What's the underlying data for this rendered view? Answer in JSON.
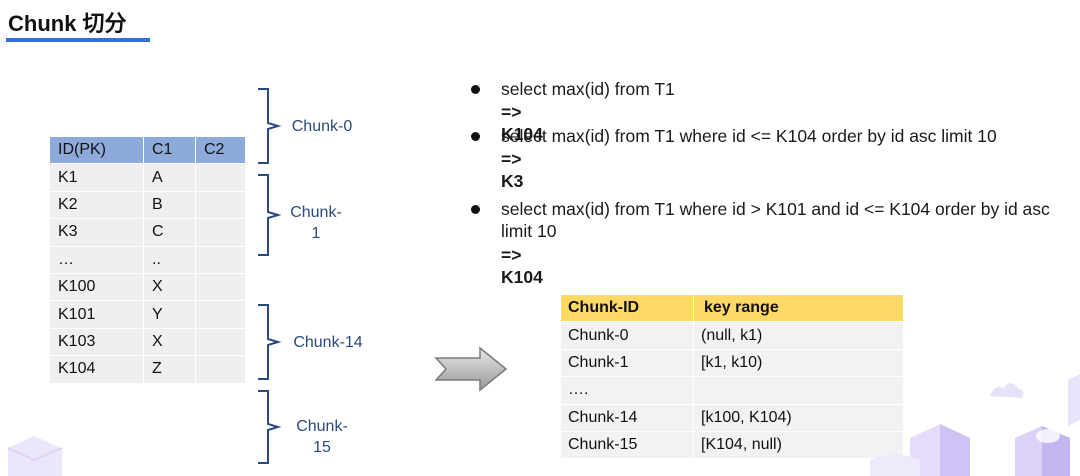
{
  "title": "Chunk 切分",
  "source_table": {
    "headers": [
      "ID(PK)",
      "C1",
      "C2"
    ],
    "rows": [
      [
        "K1",
        "A",
        ""
      ],
      [
        "K2",
        "B",
        ""
      ],
      [
        "K3",
        "C",
        ""
      ],
      [
        "…",
        "..",
        ""
      ],
      [
        "K100",
        "X",
        ""
      ],
      [
        "K101",
        "Y",
        ""
      ],
      [
        "K103",
        "X",
        ""
      ],
      [
        "K104",
        "Z",
        ""
      ]
    ]
  },
  "chunk_labels": {
    "chunk0": "Chunk-0",
    "chunk1_line1": "Chunk-",
    "chunk1_line2": "1",
    "chunk14": "Chunk-14",
    "chunk15_line1": "Chunk-",
    "chunk15_line2": "15"
  },
  "queries": [
    {
      "sql": "select max(id) from T1",
      "result": "=>  K104"
    },
    {
      "sql": "select max(id) from T1 where id <= K104 order by id asc limit 10",
      "result": "=> K3"
    },
    {
      "sql": "select max(id) from T1 where id > K101 and id <= K104 order by id asc limit 10",
      "result": "=> K104"
    }
  ],
  "chunk_table": {
    "headers": [
      "Chunk-ID",
      "key range"
    ],
    "rows": [
      [
        "Chunk-0",
        "(null, k1)"
      ],
      [
        "Chunk-1",
        "[k1, k10)"
      ],
      [
        "….",
        ""
      ],
      [
        "Chunk-14",
        "[k100, K104)"
      ],
      [
        "Chunk-15",
        "[K104, null)"
      ]
    ]
  },
  "colors": {
    "accent": "#2f6fde",
    "source_header": "#8eaadb",
    "chunk_header": "#ffd966",
    "cell": "#efefef",
    "brace": "#2b4a7f"
  }
}
